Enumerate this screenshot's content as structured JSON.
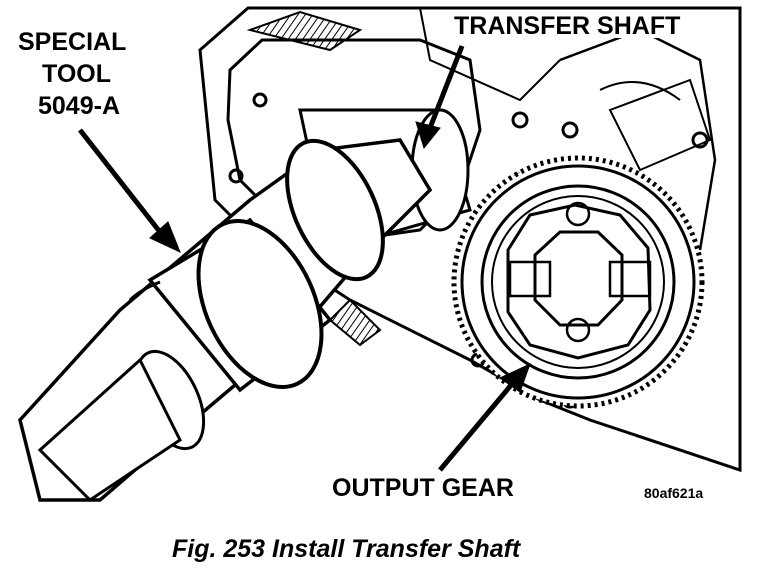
{
  "labels": {
    "special_tool_line1": "SPECIAL",
    "special_tool_line2": "TOOL",
    "special_tool_line3": "5049-A",
    "transfer_shaft": "TRANSFER SHAFT",
    "output_gear": "OUTPUT GEAR"
  },
  "figure_code": "80af621a",
  "caption": "Fig. 253 Install Transfer Shaft",
  "colors": {
    "ink": "#000000",
    "paper": "#ffffff"
  }
}
